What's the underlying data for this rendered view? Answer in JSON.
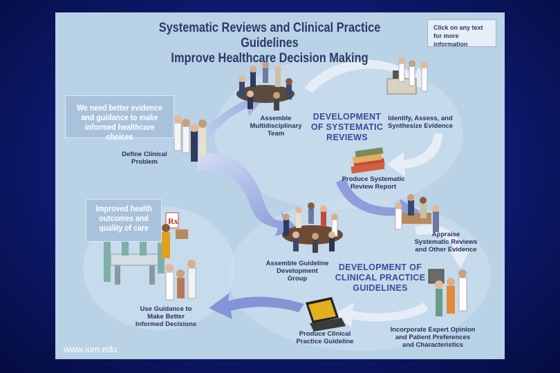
{
  "header": {
    "title_line1": "Systematic Reviews and Clinical Practice Guidelines",
    "title_line2": "Improve Healthcare Decision Making",
    "hint_line1": "Click on any text",
    "hint_line2": "for more information"
  },
  "callouts": {
    "need_l1": "We need better evidence",
    "need_l2": "and guidance to make",
    "need_l3": "informed healthcare choices",
    "improved_l1": "Improved health",
    "improved_l2": "outcomes and",
    "improved_l3": "quality of care"
  },
  "phases": {
    "sr_l1": "DEVELOPMENT",
    "sr_l2": "OF SYSTEMATIC",
    "sr_l3": "REVIEWS",
    "cpg_l1": "DEVELOPMENT OF",
    "cpg_l2": "CLINICAL PRACTICE",
    "cpg_l3": "GUIDELINES"
  },
  "steps": {
    "define_l1": "Define Clinical",
    "define_l2": "Problem",
    "team_l1": "Assemble",
    "team_l2": "Multidisciplinary",
    "team_l3": "Team",
    "identify_l1": "Identify, Assess, and",
    "identify_l2": "Synthesize Evidence",
    "report_l1": "Produce Systematic",
    "report_l2": "Review Report",
    "appraise_l1": "Appraise",
    "appraise_l2": "Systematic Reviews",
    "appraise_l3": "and Other Evidence",
    "group_l1": "Assemble Guideline",
    "group_l2": "Development",
    "group_l3": "Group",
    "expert_l1": "Incorporate Expert Opinion",
    "expert_l2": "and Patient Preferences",
    "expert_l3": "and Characteristics",
    "produce_l1": "Produce Clinical",
    "produce_l2": "Practice Guideline",
    "use_l1": "Use Guidance to",
    "use_l2": "Make Better",
    "use_l3": "Informed Decisions"
  },
  "footer": {
    "url": "www.iom.edu"
  },
  "colors": {
    "background": "#0d1a6e",
    "panel": "#b9d2e6",
    "arrow": "#8f9fd8",
    "title": "#2a3a66"
  }
}
